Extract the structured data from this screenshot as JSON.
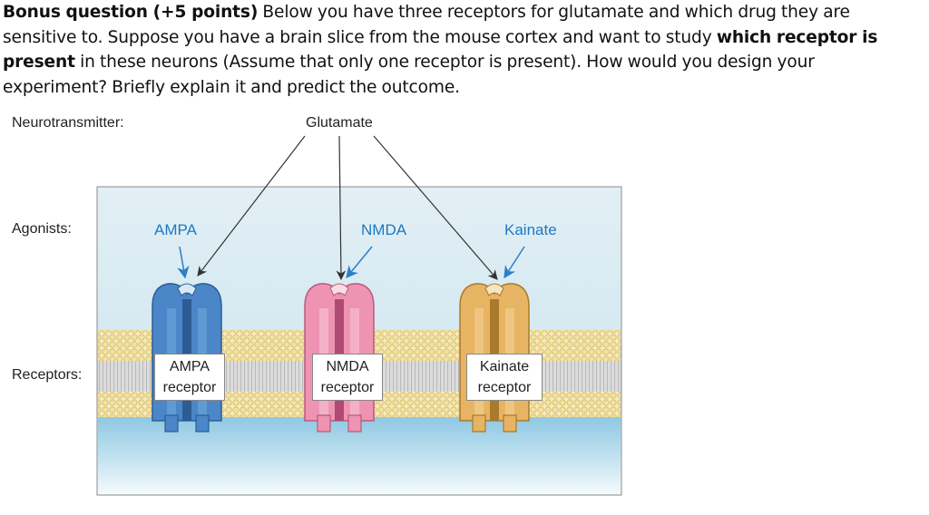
{
  "question": {
    "title_bold": "Bonus question (+5 points)",
    "text_1": " Below you have three receptors for glutamate and which drug they are",
    "text_2": "sensitive to. Suppose you have a brain slice from the mouse cortex and want to study ",
    "bold_2": "which receptor is",
    "bold_3": "present",
    "text_3": " in these neurons (Assume that only one receptor is present). How would you design your",
    "text_4": "experiment? Briefly explain it and predict the outcome."
  },
  "diagram": {
    "neurotransmitter_label": "Neurotransmitter:",
    "neurotransmitter": "Glutamate",
    "agonists_label": "Agonists:",
    "receptors_label": "Receptors:",
    "agonists": [
      "AMPA",
      "NMDA",
      "Kainate"
    ],
    "receptors": [
      {
        "line1": "AMPA",
        "line2": "receptor"
      },
      {
        "line1": "NMDA",
        "line2": "receptor"
      },
      {
        "line1": "Kainate",
        "line2": "receptor"
      }
    ],
    "colors": {
      "agonist_text": "#1f78c4",
      "ampa_receptor": "#4a86c8",
      "nmda_receptor": "#ee94b2",
      "kainate_receptor": "#e6b463",
      "membrane_head": "#f3e4a6",
      "extracellular": "#d4e9f2",
      "intracellular": "#9ccfe6"
    }
  }
}
